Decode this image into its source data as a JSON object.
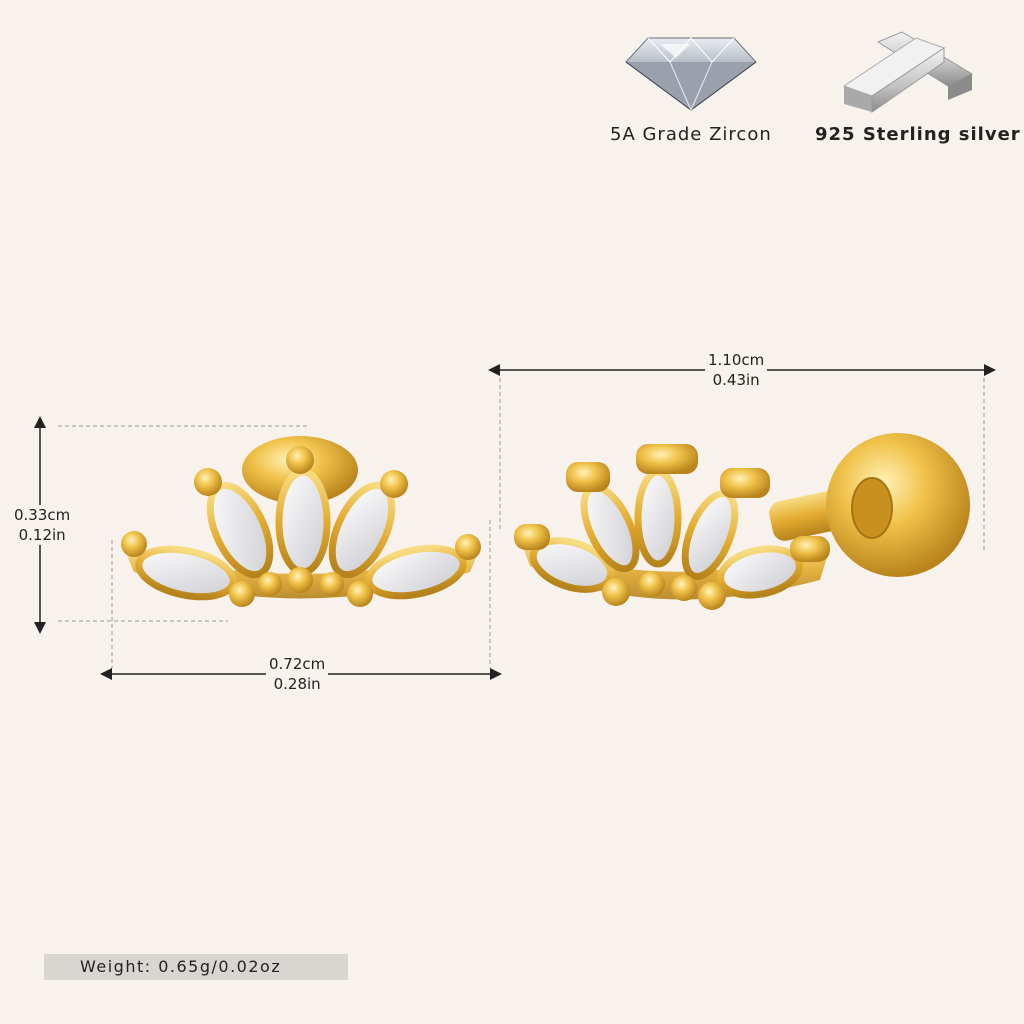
{
  "features": [
    {
      "label": "5A Grade Zircon",
      "icon": "diamond-icon"
    },
    {
      "label": "925 Sterling silver",
      "icon": "silver-bar-icon"
    }
  ],
  "dimensions": {
    "height": {
      "cm": "0.33cm",
      "in": "0.12in"
    },
    "front_width": {
      "cm": "0.72cm",
      "in": "0.28in"
    },
    "side_width": {
      "cm": "1.10cm",
      "in": "0.43in"
    }
  },
  "weight": {
    "label": "Weight:",
    "value": "0.65g/0.02oz"
  },
  "colors": {
    "gold": "#e6b43a",
    "gold_dark": "#b07f18",
    "background": "#f7f2ec"
  }
}
